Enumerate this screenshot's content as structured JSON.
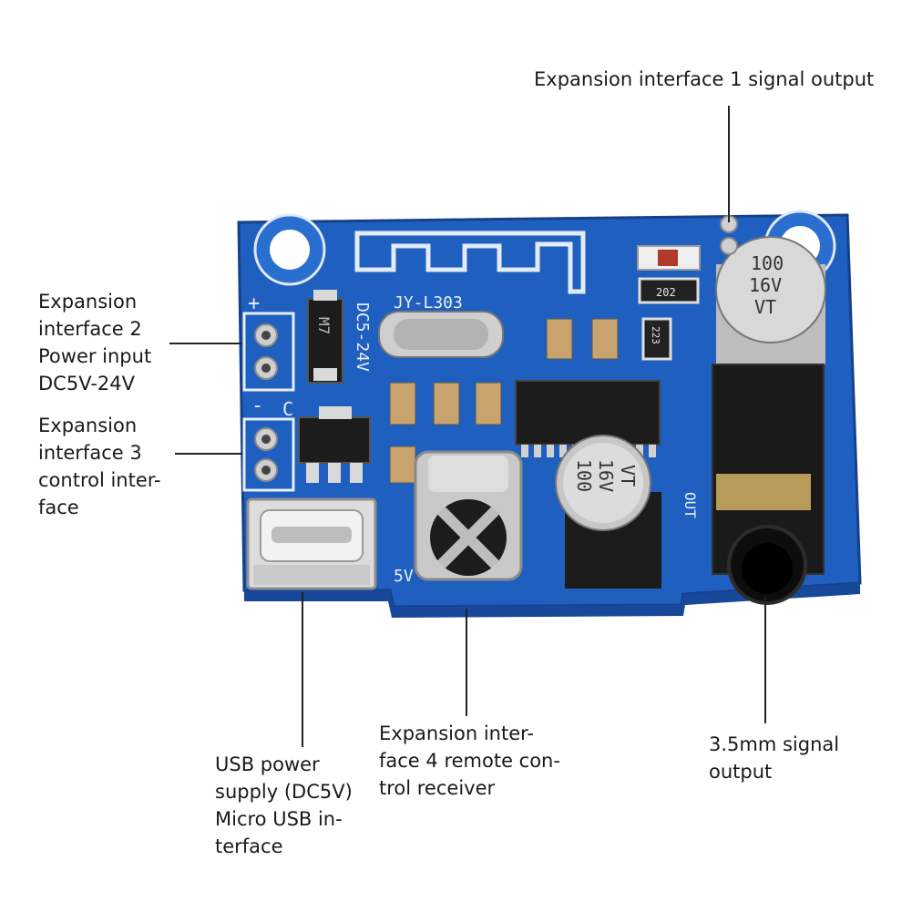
{
  "labels": {
    "exp1": {
      "lines": [
        "Expansion interface 1 signal output"
      ]
    },
    "exp2": {
      "lines": [
        "Expansion",
        "interface 2",
        "Power input",
        "DC5V-24V"
      ]
    },
    "exp3": {
      "lines": [
        "Expansion",
        "interface 3",
        "control inter-",
        "face"
      ]
    },
    "usb": {
      "lines": [
        "USB power",
        "supply (DC5V)",
        "Micro USB in-",
        "terface"
      ]
    },
    "exp4": {
      "lines": [
        "Expansion inter-",
        "face 4 remote con-",
        "trol receiver"
      ]
    },
    "jack": {
      "lines": [
        "3.5mm signal",
        "output"
      ]
    }
  },
  "board": {
    "silk_model": "JY-L303",
    "silk_voltage": "DC5-24V",
    "silk_plus": "+",
    "silk_minus": "-",
    "silk_c": "C",
    "silk_5v": "5V",
    "silk_out": "OUT",
    "chip_diode": "M7",
    "res_202": "202",
    "res_223": "223",
    "cap_top": {
      "l1": "100",
      "l2": "16V",
      "l3": "VT"
    },
    "cap_mid": {
      "l1": "100",
      "l2": "16V",
      "l3": "VT"
    }
  },
  "colors": {
    "pcb": "#1f5fbf",
    "pcb_dark": "#17489a",
    "silk": "#e8eef8",
    "solder": "#d9d9d9",
    "chip": "#1c1c1c",
    "lead_line": "#222222"
  }
}
